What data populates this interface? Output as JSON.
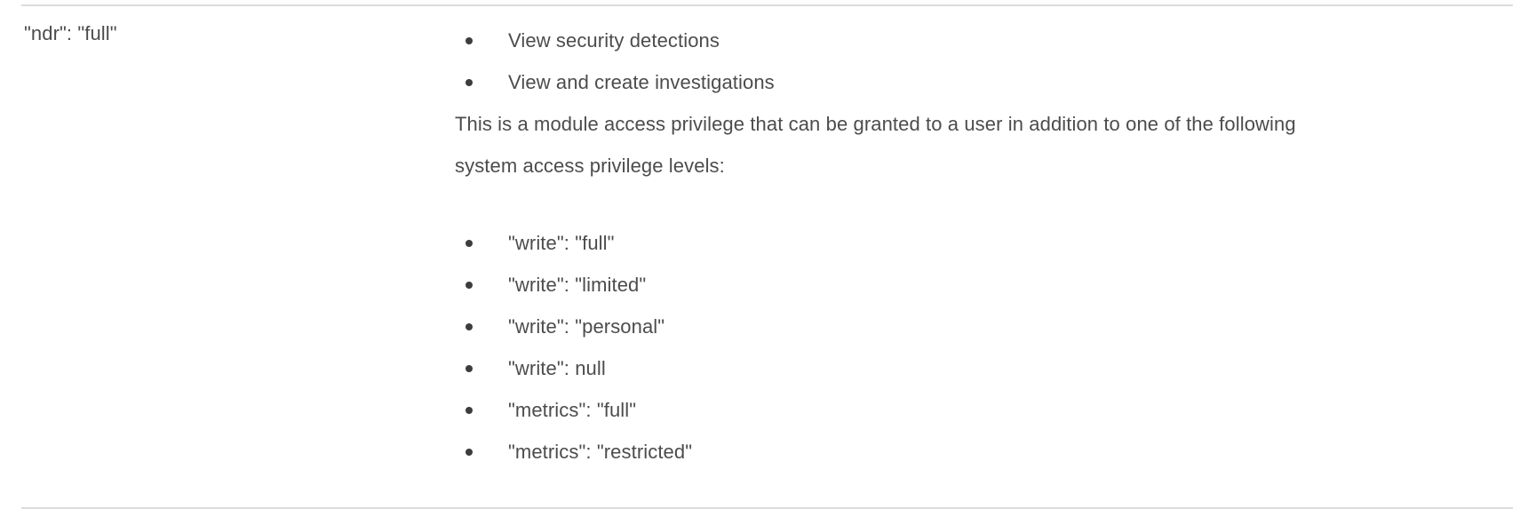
{
  "row": {
    "key_cell": {
      "text": "\"ndr\": \"full\""
    },
    "description_cell": {
      "capabilities": [
        "View security detections",
        "View and create investigations"
      ],
      "paragraph": "This is a module access privilege that can be granted to a user in addition to one of the following system access privilege levels:",
      "privilege_levels": [
        "\"write\": \"full\"",
        "\"write\": \"limited\"",
        "\"write\": \"personal\"",
        "\"write\": null",
        "\"metrics\": \"full\"",
        "\"metrics\": \"restricted\""
      ]
    }
  },
  "style": {
    "text_color": "#4c4c4c",
    "rule_color": "#dcdcdc",
    "bullet_color": "#3d3d3d",
    "background": "#ffffff"
  }
}
